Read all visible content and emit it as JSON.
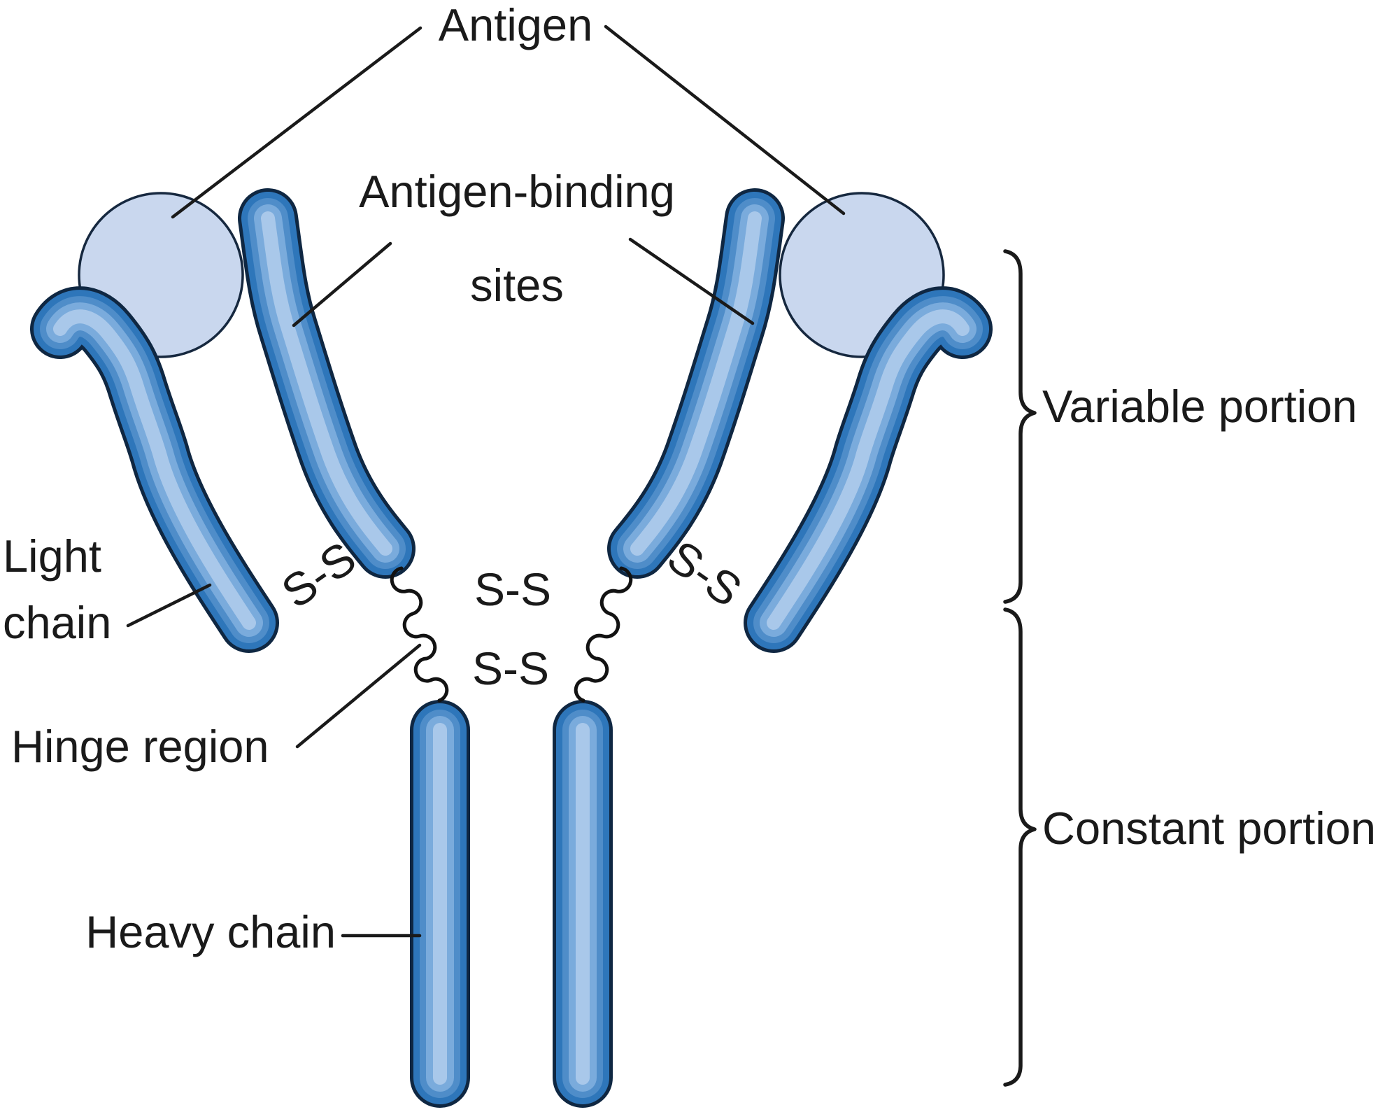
{
  "figure": {
    "labels": {
      "antigen": "Antigen",
      "antigen_binding_line1": "Antigen-binding",
      "antigen_binding_line2": "sites",
      "light_chain_line1": "Light",
      "light_chain_line2": "chain",
      "hinge_region": "Hinge region",
      "heavy_chain": "Heavy chain",
      "disulfide_bond": "S-S",
      "variable_portion": "Variable portion",
      "constant_portion": "Constant portion"
    },
    "colors": {
      "background": "#ffffff",
      "chain_edge_blue": "#2e76ba",
      "chain_mid_blue": "#4f8dc9",
      "chain_light_blue": "#7aabdc",
      "chain_core_highlight": "#a9c8ea",
      "chain_outline": "#0f2742",
      "antigen_fill": "#c9d7ee",
      "antigen_outline": "#16283f",
      "line_and_text_color": "#1a1a1a"
    }
  }
}
